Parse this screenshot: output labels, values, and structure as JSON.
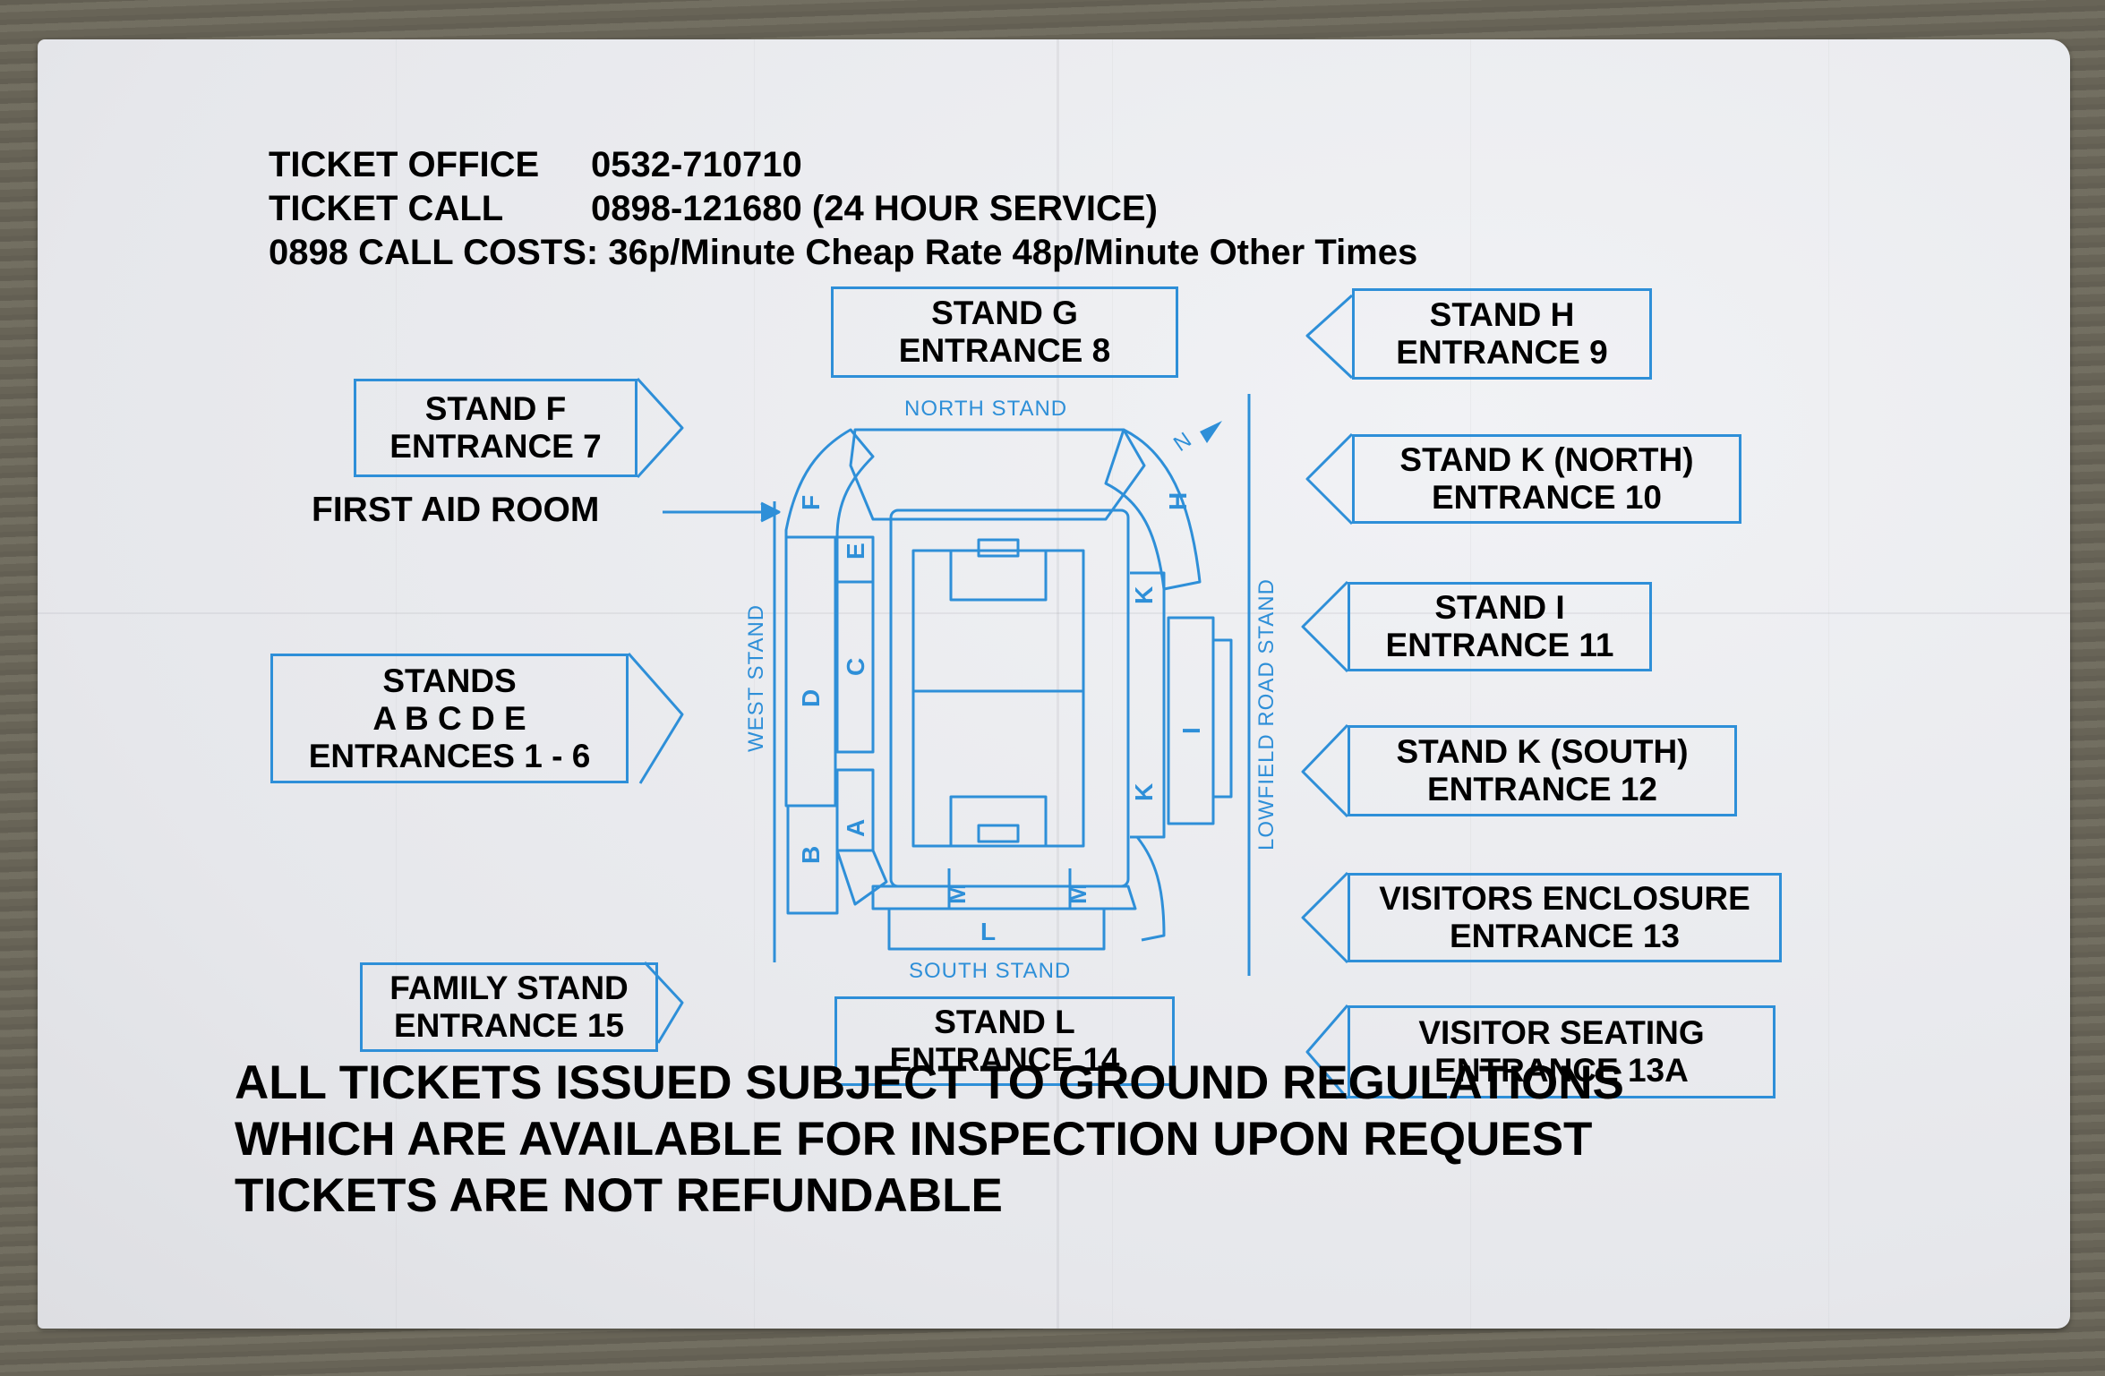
{
  "header": {
    "office_label": "TICKET OFFICE",
    "office_number": "0532-710710",
    "call_label": "TICKET CALL",
    "call_number": "0898-121680 (24 HOUR SERVICE)",
    "costs": "0898 CALL COSTS: 36p/Minute Cheap Rate  48p/Minute Other Times"
  },
  "callouts": {
    "stand_g": [
      "STAND G",
      "ENTRANCE 8"
    ],
    "stand_h": [
      "STAND H",
      "ENTRANCE 9"
    ],
    "stand_f": [
      "STAND F",
      "ENTRANCE 7"
    ],
    "stand_k_north": [
      "STAND K (NORTH)",
      "ENTRANCE 10"
    ],
    "stand_i": [
      "STAND I",
      "ENTRANCE 11"
    ],
    "stands_abcde": [
      "STANDS",
      "A B C D E",
      "ENTRANCES 1 - 6"
    ],
    "stand_k_south": [
      "STAND K (SOUTH)",
      "ENTRANCE 12"
    ],
    "visitors_enclosure": [
      "VISITORS ENCLOSURE",
      "ENTRANCE 13"
    ],
    "family_stand": [
      "FAMILY STAND",
      "ENTRANCE 15"
    ],
    "stand_l": [
      "STAND L",
      "ENTRANCE 14"
    ],
    "visitor_seating": [
      "VISITOR SEATING",
      "ENTRANCE 13A"
    ]
  },
  "first_aid": "FIRST AID ROOM",
  "map": {
    "north_stand": "NORTH STAND",
    "south_stand": "SOUTH STAND",
    "west_stand": "WEST STAND",
    "east_stand": "LOWFIELD ROAD STAND",
    "north_arrow": "N",
    "block_letters": {
      "a": "A",
      "b": "B",
      "c": "C",
      "d": "D",
      "e": "E",
      "f": "F",
      "h": "H",
      "i": "I",
      "k1": "K",
      "k2": "K",
      "l": "L",
      "m1": "M",
      "m2": "M"
    }
  },
  "footer": [
    "ALL TICKETS ISSUED SUBJECT TO GROUND REGULATIONS",
    "WHICH ARE AVAILABLE FOR INSPECTION UPON REQUEST",
    "TICKETS ARE NOT REFUNDABLE"
  ],
  "colors": {
    "ink": "#2e8fd8",
    "paper": "#e9eaee",
    "background": "#6e6a5c"
  }
}
